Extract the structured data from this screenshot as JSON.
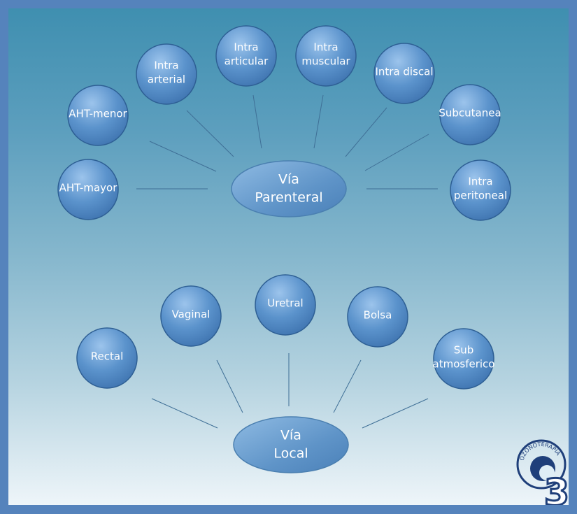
{
  "parenteral": {
    "hub": [
      "Vía",
      "Parenteral"
    ],
    "nodes": [
      {
        "lines": [
          "AHT-mayor"
        ]
      },
      {
        "lines": [
          "AHT-menor"
        ]
      },
      {
        "lines": [
          "Intra",
          "arterial"
        ]
      },
      {
        "lines": [
          "Intra",
          "articular"
        ]
      },
      {
        "lines": [
          "Intra",
          "muscular"
        ]
      },
      {
        "lines": [
          "Intra discal"
        ]
      },
      {
        "lines": [
          "Subcutanea"
        ]
      },
      {
        "lines": [
          "Intra",
          "peritoneal"
        ]
      }
    ]
  },
  "local": {
    "hub": [
      "Vía",
      "Local"
    ],
    "nodes": [
      {
        "lines": [
          "Rectal"
        ]
      },
      {
        "lines": [
          "Vaginal"
        ]
      },
      {
        "lines": [
          "Uretral"
        ]
      },
      {
        "lines": [
          "Bolsa"
        ]
      },
      {
        "lines": [
          "Sub",
          "atmosferico"
        ]
      }
    ]
  },
  "logo": {
    "text": "OZONOTERAPIA",
    "numeral": "3"
  },
  "colors": {
    "node_fill": "#5b93cc",
    "node_stroke": "#2e5f94",
    "hub_fill": "#6a9fd0",
    "connector": "#3f6f96",
    "logo": "#1f3f7a"
  }
}
